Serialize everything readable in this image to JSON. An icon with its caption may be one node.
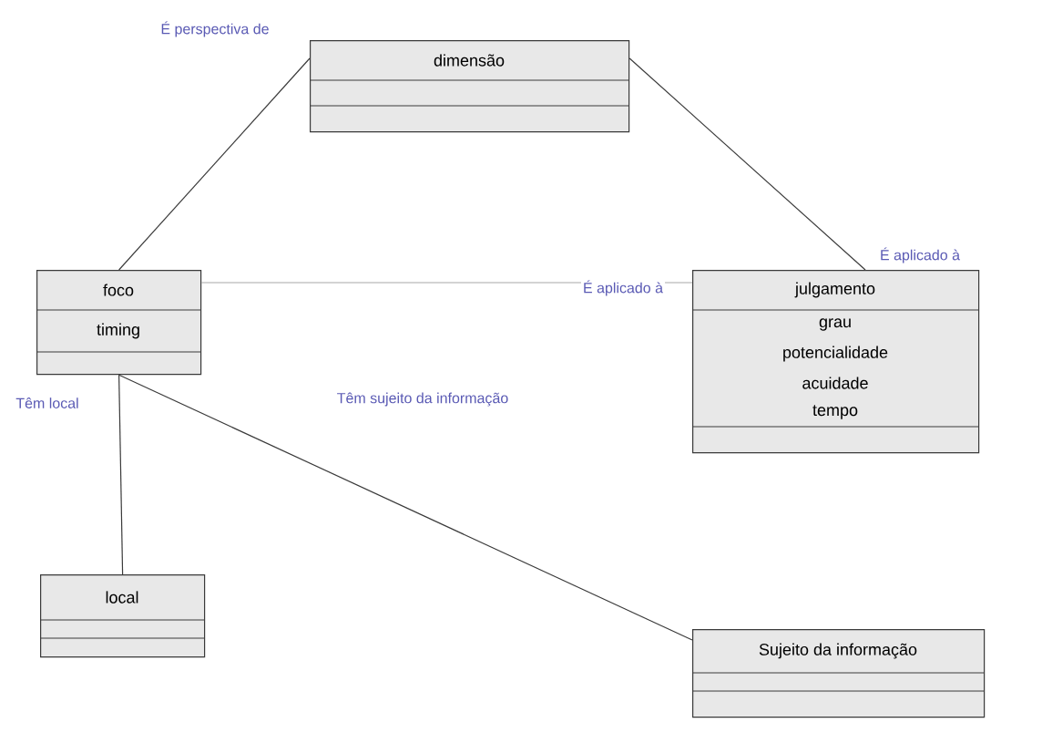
{
  "diagram": {
    "nodes": [
      {
        "text": [
          "dimensão"
        ]
      },
      {
        "text": [
          "foco",
          "timing"
        ]
      },
      {
        "text": [
          "julgamento",
          "grau",
          "potencialidade",
          "acuidade",
          "tempo"
        ]
      },
      {
        "text": [
          "local"
        ]
      },
      {
        "text": [
          "Sujeito da informação"
        ]
      }
    ],
    "edges": [
      {
        "from": 0,
        "to": 1,
        "arrow": "none",
        "label": "É perspectiva de"
      },
      {
        "from": 0,
        "to": 2,
        "arrow": "none",
        "label": "É aplicado à"
      },
      {
        "from": 1,
        "to": 2,
        "arrow": "none",
        "label": "É aplicado à",
        "color": "#a8a8a8"
      },
      {
        "from": 1,
        "to": 3,
        "arrow": "none",
        "label": "Têm local"
      },
      {
        "from": 1,
        "to": 4,
        "arrow": "none",
        "label": "Têm sujeito da informação"
      }
    ]
  }
}
